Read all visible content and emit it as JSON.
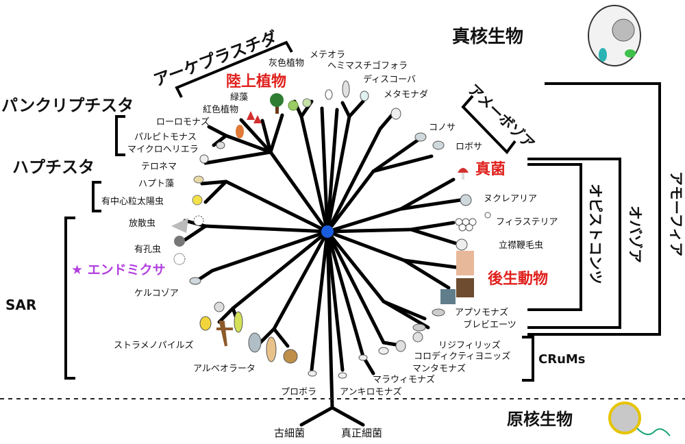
{
  "headings": {
    "eukaryotes": "真核生物",
    "prokaryotes": "原核生物"
  },
  "root_labels": {
    "archaea": "古細菌",
    "bacteria": "真正細菌"
  },
  "groups": {
    "archaeplastida": "アーケプラスチダ",
    "pancryptista": "パンクリプチスタ",
    "haptista": "ハプチスタ",
    "sar": "SAR",
    "amoebozoa": "アメーボゾア",
    "amorphea": "アモーフィア",
    "obazoa": "オバゾア",
    "opisthokonta": "オピストコンツ",
    "crums": "CRuMs"
  },
  "highlights": {
    "land_plants": "陸上植物",
    "fungi": "真菌",
    "metazoa": "後生動物",
    "endomyxa": "★ エンドミクサ"
  },
  "taxa": {
    "glaucophytes": "灰色植物",
    "meteora": "メテオラ",
    "hemimastigophora": "ヘミマスチゴフォラ",
    "green_algae": "緑藻",
    "discoba": "ディスコーバ",
    "red_algae": "紅色植物",
    "metamonada": "メタモナダ",
    "rhodelphis": "ローロモナズ",
    "palpitomonas": "パルピトモナス",
    "microheliella": "マイクロヘリエラ",
    "telonema": "テロネマ",
    "conosa": "コノサ",
    "lobosa": "ロボサ",
    "haptophytes": "ハプト藻",
    "centrohelids": "有中心粒太陽虫",
    "nucleariids": "ヌクレアリア",
    "radiolaria": "放散虫",
    "filasterea": "フィラステリア",
    "foraminifera": "有孔虫",
    "choanoflagellates": "立襟鞭毛虫",
    "cercozoa": "ケルコゾア",
    "apusomonads": "アプソモナズ",
    "breviates": "ブレビエーツ",
    "stramenopiles": "ストラメノパイルズ",
    "rigifilids": "リジフィリッズ",
    "collodictyonids": "コロディクティヨニッズ",
    "mantamonads": "マンタモナズ",
    "alveolata": "アルベオラータ",
    "malawimonads": "マラウィモナズ",
    "ancyromonads": "アンキロモナズ",
    "provora": "プロボラ"
  },
  "colors": {
    "root_node": "#1a5ce0",
    "highlight_red": "#e0201c",
    "highlight_purple": "#b23fe0"
  }
}
